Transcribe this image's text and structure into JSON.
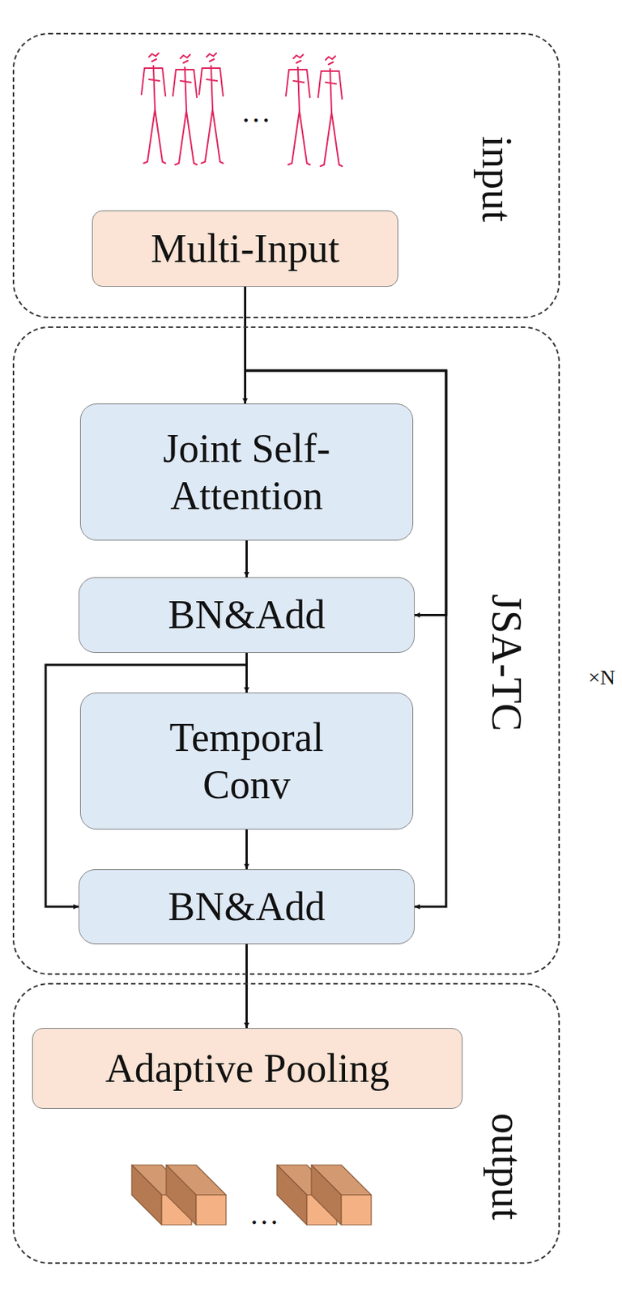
{
  "diagram": {
    "nodes": [
      {
        "text": [
          "input"
        ]
      },
      {
        "text": [
          "Multi-Input"
        ],
        "in": 0
      },
      {
        "text": [
          "JSA-TC"
        ]
      },
      {
        "text": [
          "Joint Self-Attention"
        ],
        "in": 2
      },
      {
        "text": [
          "BN&Add"
        ],
        "in": 2
      },
      {
        "text": [
          "Temporal Conv"
        ],
        "in": 2
      },
      {
        "text": [
          "BN&Add"
        ],
        "in": 2
      },
      {
        "text": [
          "output"
        ]
      },
      {
        "text": [
          "Adaptive Pooling"
        ],
        "in": 7
      }
    ],
    "edges": [
      {
        "from": 1,
        "to": 3,
        "arrow": "to"
      },
      {
        "from": 1,
        "to": 4,
        "arrow": "to"
      },
      {
        "from": 1,
        "to": 6,
        "arrow": "to"
      },
      {
        "from": 3,
        "to": 4,
        "arrow": "to"
      },
      {
        "from": 4,
        "to": 5,
        "arrow": "to"
      },
      {
        "from": 4,
        "to": 6,
        "arrow": "to"
      },
      {
        "from": 5,
        "to": 6,
        "arrow": "to"
      },
      {
        "from": 6,
        "to": 8,
        "arrow": "to"
      }
    ],
    "labels": [
      "…",
      "×N",
      "…"
    ]
  }
}
